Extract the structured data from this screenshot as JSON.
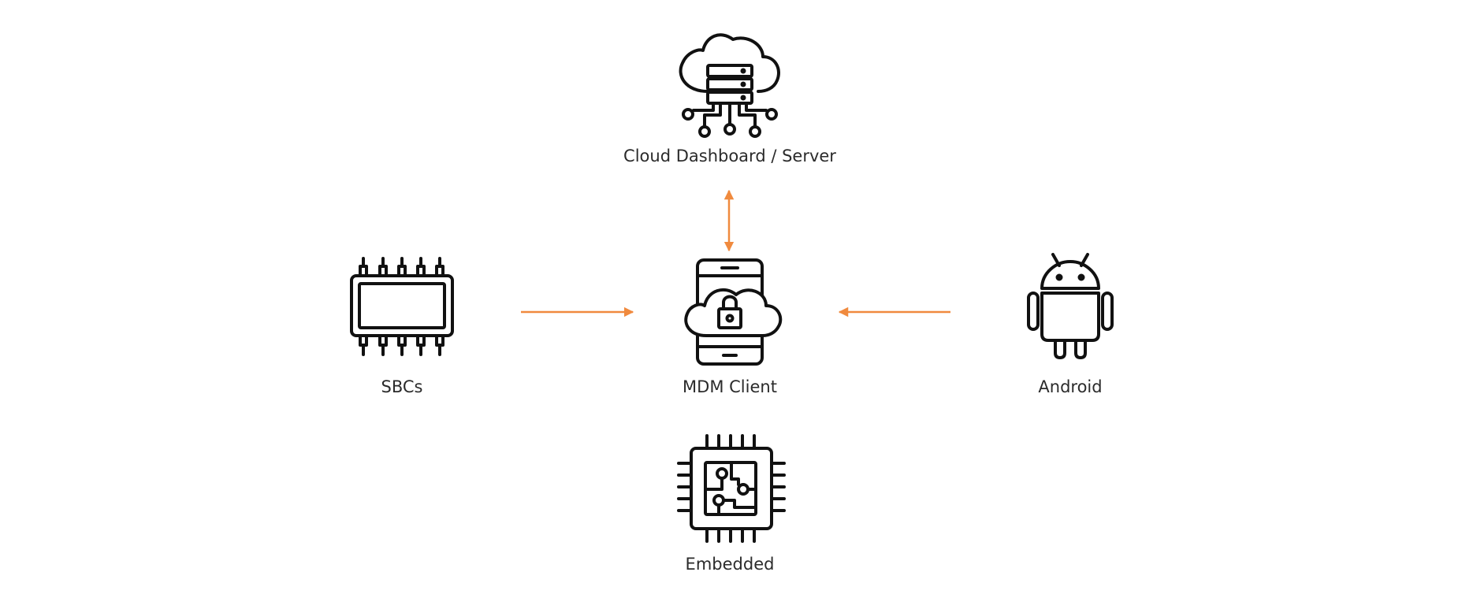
{
  "diagram": {
    "colors": {
      "arrow": "#F08A3E",
      "icon": "#111111",
      "text": "#2b2b2b"
    },
    "nodes": {
      "cloud": {
        "label": "Cloud Dashboard / Server",
        "icon": "cloud-server-icon"
      },
      "mdm": {
        "label": "MDM Client",
        "icon": "phone-cloud-lock-icon"
      },
      "sbcs": {
        "label": "SBCs",
        "icon": "sbc-board-icon"
      },
      "android": {
        "label": "Android",
        "icon": "android-robot-icon"
      },
      "embedded": {
        "label": "Embedded",
        "icon": "microchip-icon"
      }
    },
    "edges": [
      {
        "from": "mdm",
        "to": "cloud",
        "direction": "both"
      },
      {
        "from": "sbcs",
        "to": "mdm",
        "direction": "forward"
      },
      {
        "from": "android",
        "to": "mdm",
        "direction": "forward"
      }
    ]
  }
}
